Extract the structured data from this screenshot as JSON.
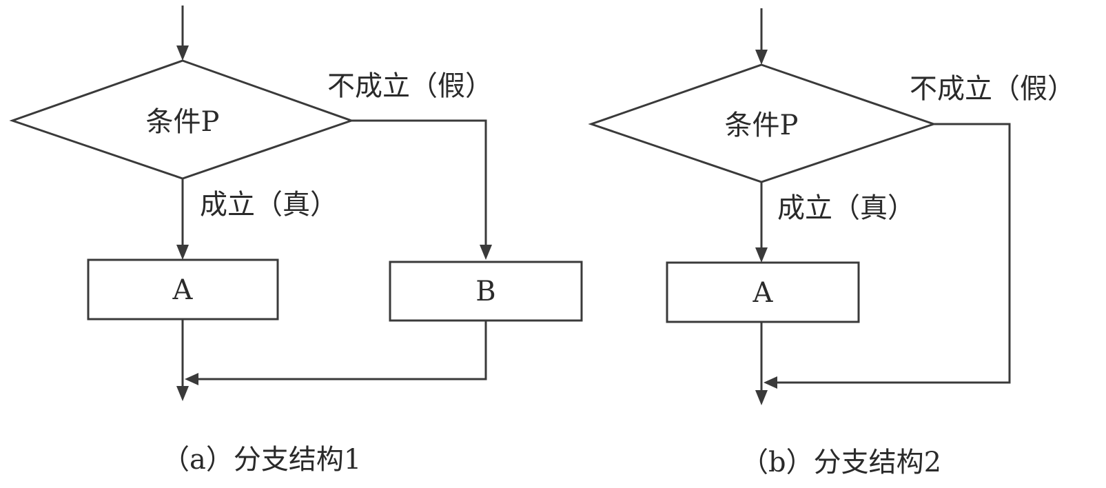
{
  "diagram_a": {
    "condition": "条件P",
    "false_label": "不成立（假）",
    "true_label": "成立（真）",
    "box_a": "A",
    "box_b": "B",
    "caption": "（a）分支结构1"
  },
  "diagram_b": {
    "condition": "条件P",
    "false_label": "不成立（假）",
    "true_label": "成立（真）",
    "box_a": "A",
    "caption": "（b）分支结构2"
  },
  "colors": {
    "line": "#3a3a3a",
    "text": "#2a2a2a",
    "background": "#ffffff"
  }
}
